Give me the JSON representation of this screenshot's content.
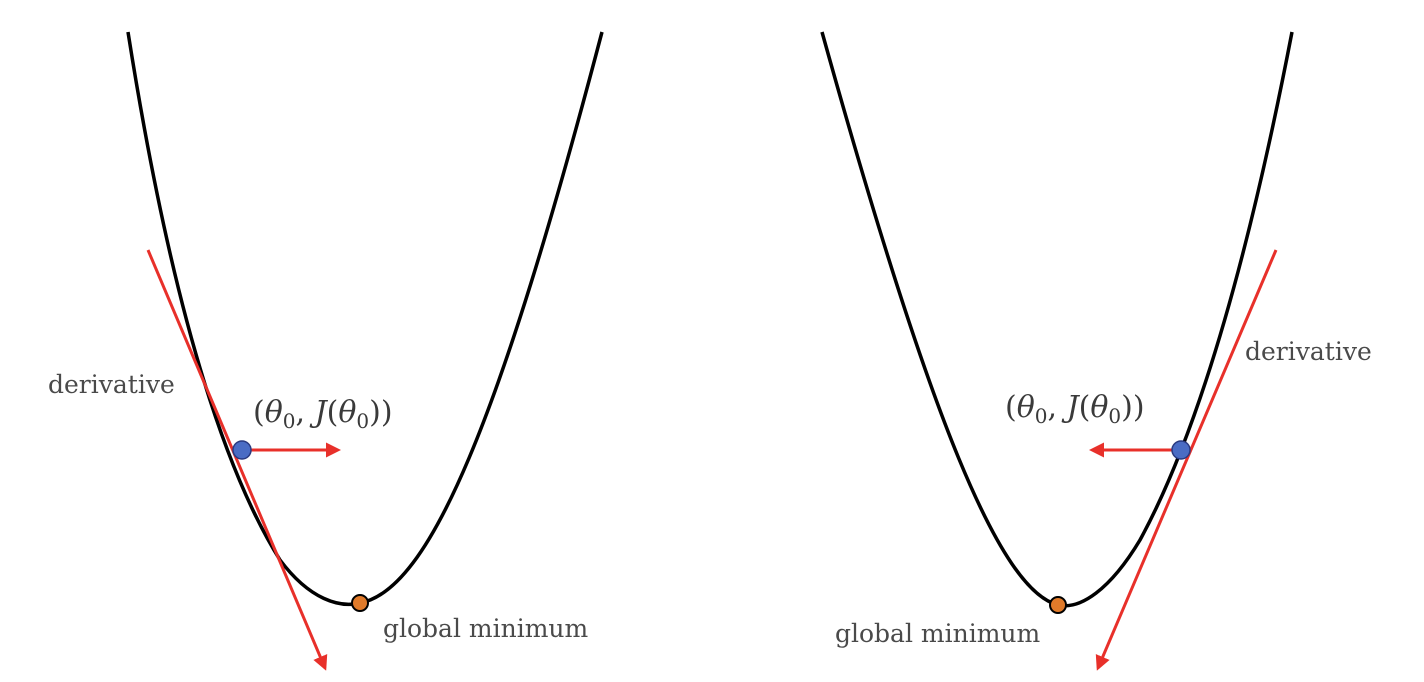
{
  "panels": [
    {
      "point_label": {
        "open": "(",
        "theta": "θ",
        "sub": "0",
        "comma": ", ",
        "J": "J",
        "paren_open": "(",
        "theta2": "θ",
        "sub2": "0",
        "close": "))"
      },
      "derivative_label": "derivative",
      "minimum_label": "global minimum"
    },
    {
      "point_label": {
        "open": "(",
        "theta": "θ",
        "sub": "0",
        "comma": ", ",
        "J": "J",
        "paren_open": "(",
        "theta2": "θ",
        "sub2": "0",
        "close": "))"
      },
      "derivative_label": "derivative",
      "minimum_label": "global minimum"
    }
  ],
  "colors": {
    "curve": "#000000",
    "tangent": "#e8302a",
    "point": "#4a6cc4",
    "minimum": "#e07a2a"
  }
}
